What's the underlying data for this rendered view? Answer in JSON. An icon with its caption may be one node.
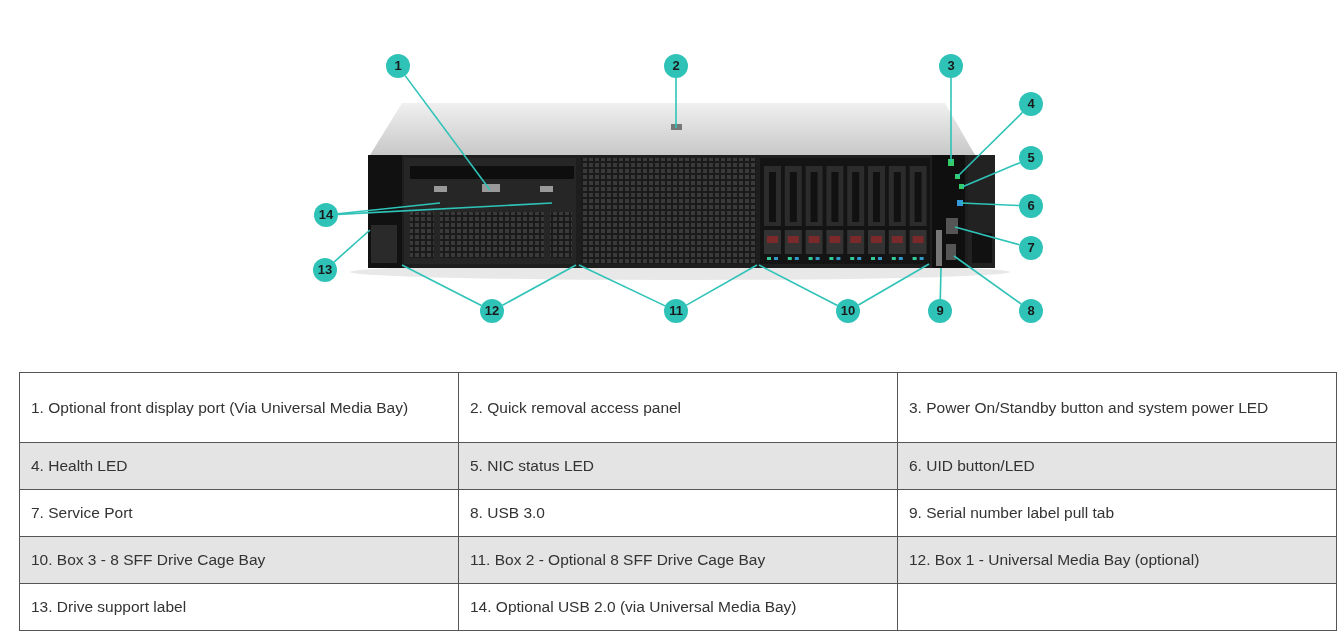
{
  "diagram": {
    "nodes": [
      {
        "text": [
          "1"
        ]
      },
      {
        "text": [
          "2"
        ]
      },
      {
        "text": [
          "3"
        ]
      },
      {
        "text": [
          "4"
        ]
      },
      {
        "text": [
          "5"
        ]
      },
      {
        "text": [
          "6"
        ]
      },
      {
        "text": [
          "7"
        ]
      },
      {
        "text": [
          "8"
        ]
      },
      {
        "text": [
          "9"
        ]
      },
      {
        "text": [
          "10"
        ]
      },
      {
        "text": [
          "11"
        ]
      },
      {
        "text": [
          "12"
        ]
      },
      {
        "text": [
          "13"
        ]
      },
      {
        "text": [
          "14"
        ]
      }
    ],
    "edges": [
      {
        "from": 0,
        "to": null,
        "arrow": "none"
      },
      {
        "from": 1,
        "to": null,
        "arrow": "none"
      },
      {
        "from": 2,
        "to": null,
        "arrow": "none"
      },
      {
        "from": 3,
        "to": null,
        "arrow": "none"
      },
      {
        "from": 4,
        "to": null,
        "arrow": "none"
      },
      {
        "from": 5,
        "to": null,
        "arrow": "none"
      },
      {
        "from": 6,
        "to": null,
        "arrow": "none"
      },
      {
        "from": 7,
        "to": null,
        "arrow": "none"
      },
      {
        "from": 8,
        "to": null,
        "arrow": "none"
      },
      {
        "from": 9,
        "to": null,
        "arrow": "none"
      },
      {
        "from": 9,
        "to": null,
        "arrow": "none"
      },
      {
        "from": 10,
        "to": null,
        "arrow": "none"
      },
      {
        "from": 10,
        "to": null,
        "arrow": "none"
      },
      {
        "from": 11,
        "to": null,
        "arrow": "none"
      },
      {
        "from": 11,
        "to": null,
        "arrow": "none"
      },
      {
        "from": 12,
        "to": null,
        "arrow": "none"
      },
      {
        "from": 13,
        "to": null,
        "arrow": "none"
      },
      {
        "from": 13,
        "to": null,
        "arrow": "none"
      }
    ],
    "labels": [
      "1. Optional front display port (Via Universal Media Bay)",
      "2. Quick removal access panel",
      "3. Power On/Standby button and system power LED",
      "4. Health LED",
      "5. NIC status LED",
      "6. UID button/LED",
      "7. Service Port",
      "8. USB 3.0",
      "9. Serial number label pull tab",
      "10. Box 3 - 8 SFF Drive Cage Bay",
      "11. Box 2 - Optional 8 SFF Drive Cage Bay",
      "12. Box 1 - Universal Media Bay (optional)",
      "13. Drive support label",
      "14. Optional USB 2.0 (via Universal Media Bay)"
    ]
  }
}
